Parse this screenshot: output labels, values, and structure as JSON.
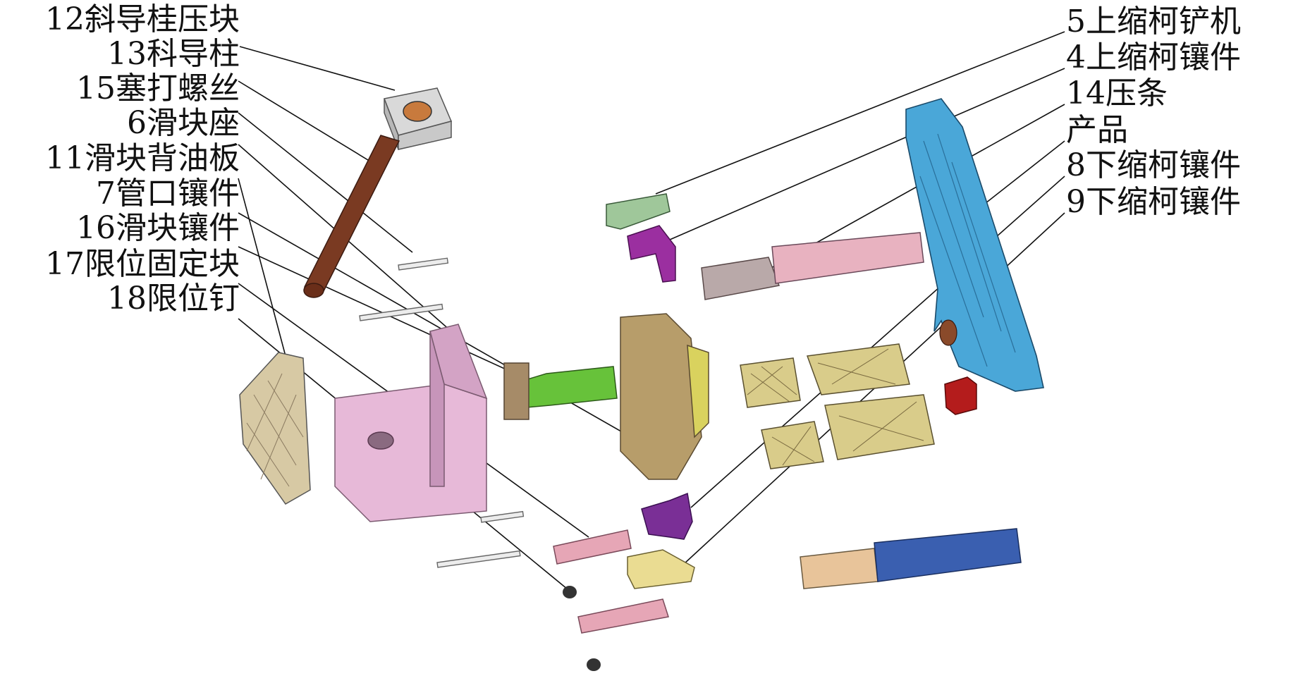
{
  "labels_left": [
    {
      "id": "12",
      "text": "12斜导桂压块"
    },
    {
      "id": "13",
      "text": "13科导柱"
    },
    {
      "id": "15",
      "text": "15塞打螺丝"
    },
    {
      "id": "6",
      "text": "6滑块座"
    },
    {
      "id": "11",
      "text": "11滑块背油板"
    },
    {
      "id": "7",
      "text": "7管口镶件"
    },
    {
      "id": "16",
      "text": "16滑块镶件"
    },
    {
      "id": "17",
      "text": "17限位固定块"
    },
    {
      "id": "18",
      "text": "18限位钉"
    }
  ],
  "labels_right": [
    {
      "id": "5",
      "text": "5上缩柯铲机"
    },
    {
      "id": "4",
      "text": "4上缩柯镶件"
    },
    {
      "id": "14",
      "text": "14压条"
    },
    {
      "id": "product",
      "text": "产品"
    },
    {
      "id": "8",
      "text": "8下缩柯镶件"
    },
    {
      "id": "9",
      "text": "9下缩柯镶件"
    }
  ],
  "colors": {
    "pink_block": "#e7b9d8",
    "brown_pin": "#7a3a22",
    "tan_plate": "#d7c9a4",
    "green_part": "#9fc79a",
    "purple_part": "#9b2fa0",
    "pink_bar": "#e6a6b6",
    "blue_bar": "#3a5fb0",
    "cyan_product": "#4aa7d8",
    "yellow_part": "#eadc92",
    "red_part": "#b41c1c",
    "olive_slide": "#b79d6a",
    "lime_part": "#67c23a"
  }
}
